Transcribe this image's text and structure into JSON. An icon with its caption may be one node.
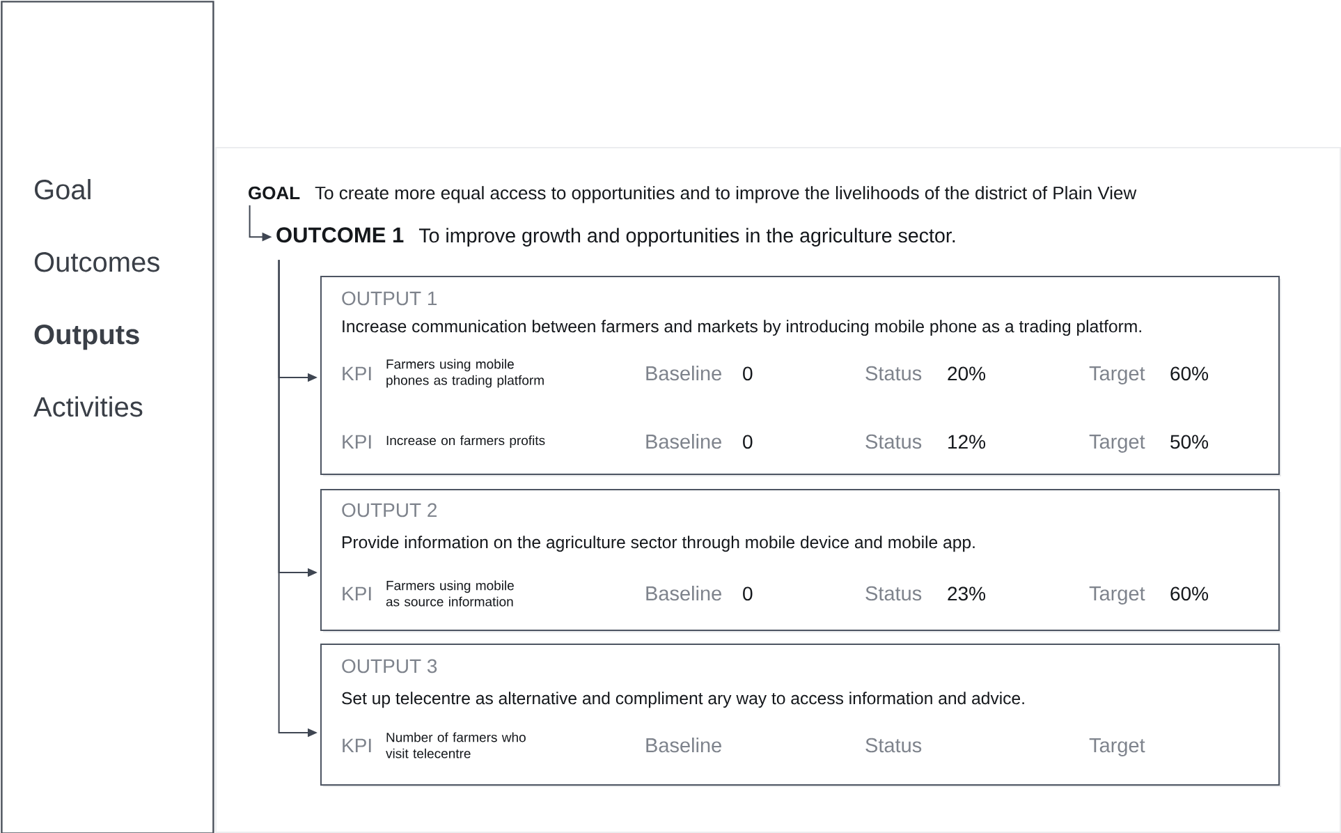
{
  "diagram": {
    "nodes": [
      {
        "text": [
          "Goal",
          "Outcomes",
          "Outputs",
          "Activities"
        ]
      },
      {
        "text": [
          "GOAL",
          "To create more equal access to opportunities and to improve the livelihoods of the district of Plain View"
        ]
      },
      {
        "text": [
          "OUTCOME 1",
          "To improve growth and opportunities in the agriculture sector."
        ]
      },
      {
        "text": [
          "OUTPUT 1",
          "Increase communication between farmers and markets by introducing mobile phone as a trading platform.",
          "KPI",
          "Farmers using mobile phones as trading platform",
          "Baseline",
          "0",
          "Status",
          "20%",
          "Target",
          "60%",
          "KPI",
          "Increase on farmers profits",
          "Baseline",
          "0",
          "Status",
          "12%",
          "Target",
          "50%"
        ]
      },
      {
        "text": [
          "OUTPUT 2",
          "Provide information on the agriculture sector through mobile device and mobile app.",
          "KPI",
          "Farmers using mobile as source information",
          "Baseline",
          "0",
          "Status",
          "23%",
          "Target",
          "60%"
        ]
      },
      {
        "text": [
          "OUTPUT 3",
          "Set up telecentre as alternative and compliment ary way to access information and advice.",
          "KPI",
          "Number of farmers who visit telecentre",
          "Baseline",
          "Status",
          "Target"
        ]
      }
    ],
    "edges": [
      {
        "from": 1,
        "to": 2,
        "arrow": "to"
      },
      {
        "from": 2,
        "to": 3,
        "arrow": "to"
      },
      {
        "from": 2,
        "to": 4,
        "arrow": "to"
      },
      {
        "from": 2,
        "to": 5,
        "arrow": "to"
      }
    ]
  }
}
